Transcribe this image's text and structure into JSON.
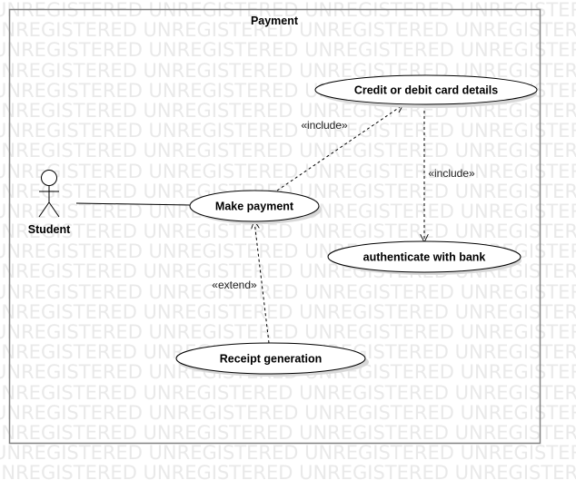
{
  "diagram": {
    "frame_title": "Payment",
    "watermark_text": "UNREGISTERED",
    "actor": {
      "name": "Student"
    },
    "use_cases": {
      "make_payment": "Make payment",
      "card_details": "Credit or debit card details",
      "authenticate": "authenticate with bank",
      "receipt": "Receipt generation"
    },
    "relations": {
      "include_card": "«include»",
      "include_auth": "«include»",
      "extend_receipt": "«extend»"
    },
    "colors": {
      "line": "#000000",
      "frame": "#808080",
      "fill": "#ffffff",
      "shadow": "#d8d8d8",
      "watermark": "#e9e9e9"
    }
  }
}
